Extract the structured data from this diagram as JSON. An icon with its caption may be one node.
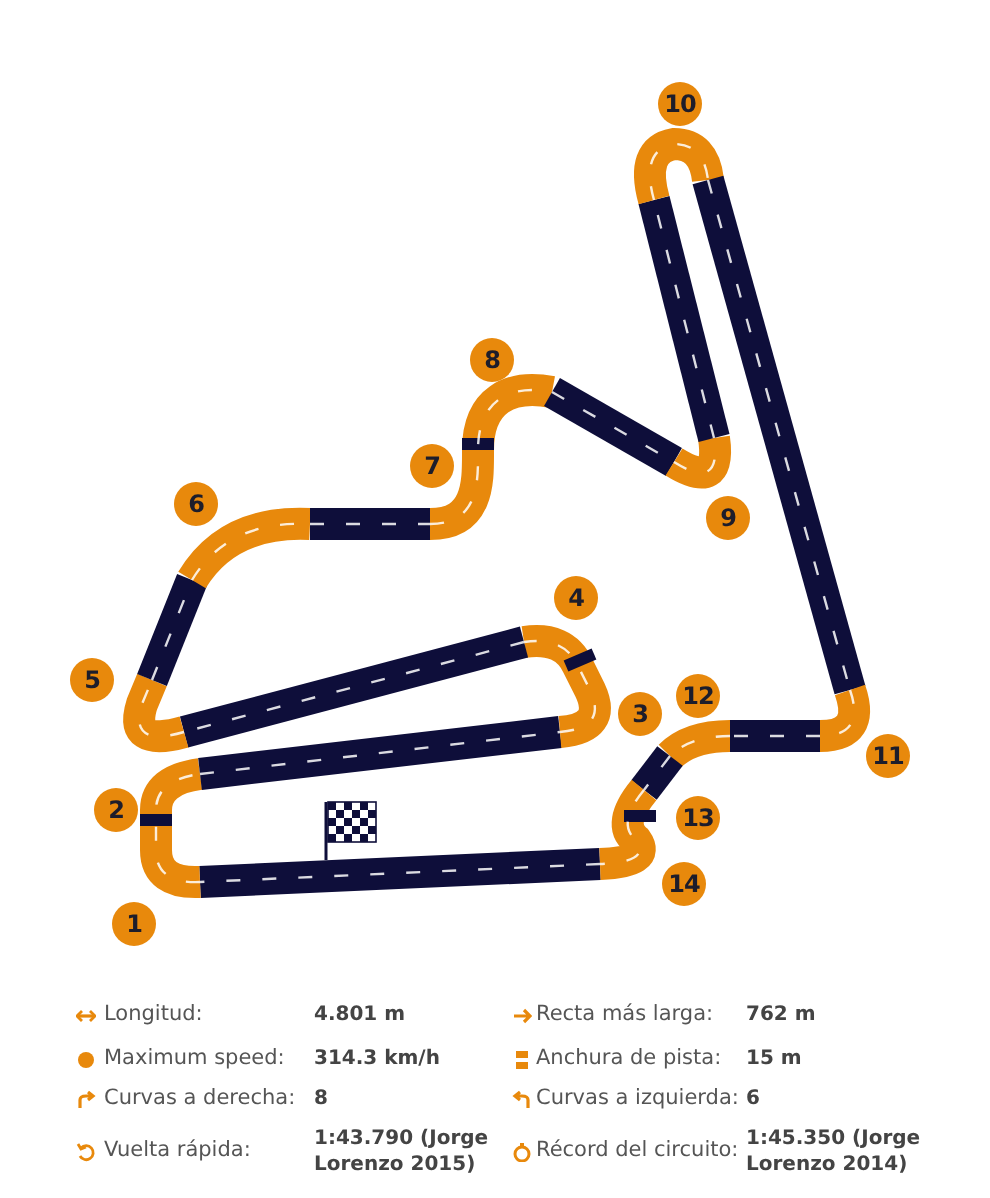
{
  "diagram": {
    "nodes": [
      {
        "text": [
          "10"
        ]
      },
      {
        "text": [
          "8"
        ]
      },
      {
        "text": [
          "7"
        ]
      },
      {
        "text": [
          "6"
        ]
      },
      {
        "text": [
          "9"
        ]
      },
      {
        "text": [
          "4"
        ]
      },
      {
        "text": [
          "5"
        ]
      },
      {
        "text": [
          "3"
        ]
      },
      {
        "text": [
          "12"
        ]
      },
      {
        "text": [
          "11"
        ]
      },
      {
        "text": [
          "2"
        ]
      },
      {
        "text": [
          "13"
        ]
      },
      {
        "text": [
          "1"
        ]
      },
      {
        "text": [
          "14"
        ]
      }
    ],
    "labels": [
      "Longitud:",
      "4.801 m",
      "Recta más larga:",
      "762 m",
      "Maximum speed:",
      "314.3 km/h",
      "Anchura de pista:",
      "15 m",
      "Curvas a derecha:",
      "8",
      "Curvas a izquierda:",
      "6",
      "Vuelta rápida:",
      "1:43.790 (Jorge Lorenzo 2015)",
      "Récord del circuito:",
      "1:45.350 (Jorge Lorenzo 2014)"
    ]
  }
}
